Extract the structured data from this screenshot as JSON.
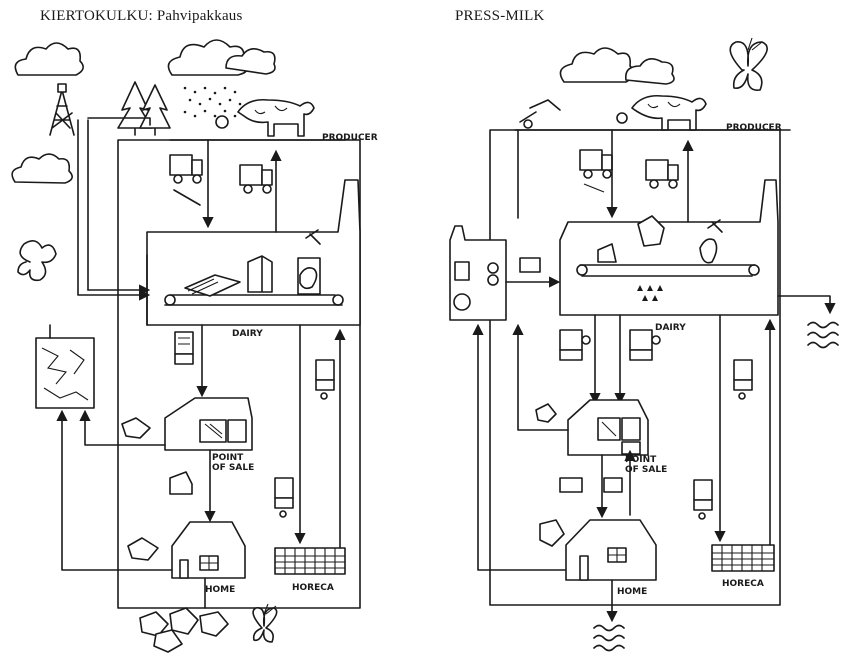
{
  "headings": {
    "left": "KIERTOKULKU: Pahvipakkaus",
    "right": "PRESS-MILK"
  },
  "labels": {
    "producer": "PRODUCER",
    "dairy": "DAIRY",
    "point": "POINT",
    "of_sale": "OF SALE",
    "home": "HOME",
    "horeca": "HORECA"
  }
}
